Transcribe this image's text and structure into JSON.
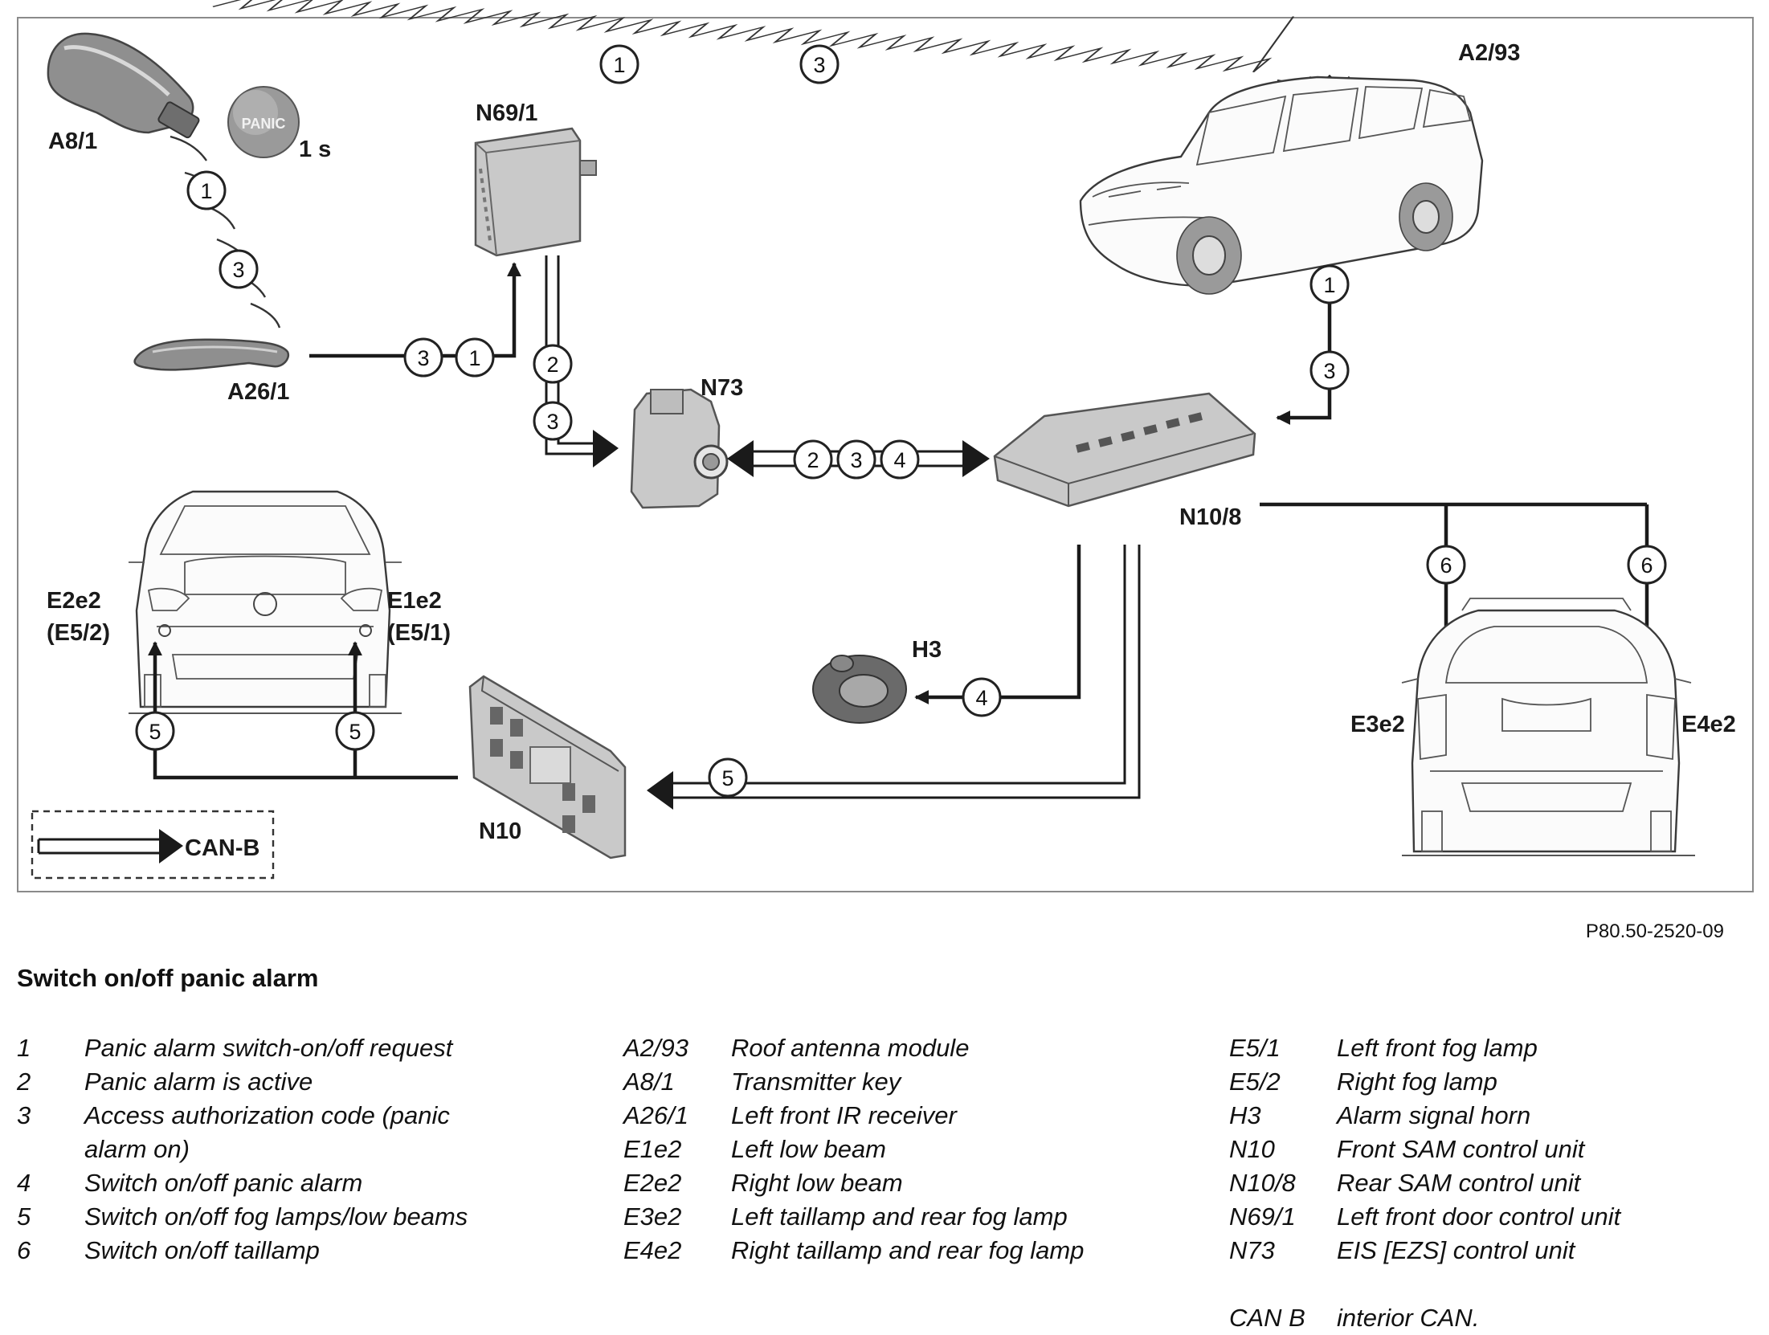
{
  "diagram": {
    "labels": {
      "A8_1": "A8/1",
      "panic_button": "PANIC",
      "panic_time": "1 s",
      "N69_1": "N69/1",
      "A2_93": "A2/93",
      "A26_1": "A26/1",
      "N73": "N73",
      "N10_8": "N10/8",
      "H3": "H3",
      "N10": "N10",
      "E2e2": "E2e2",
      "E5_2": "(E5/2)",
      "E1e2": "E1e2",
      "E5_1": "(E5/1)",
      "E3e2": "E3e2",
      "E4e2": "E4e2",
      "can_b": "CAN-B"
    },
    "markers": [
      "1",
      "3",
      "1",
      "3",
      "3",
      "1",
      "2",
      "3",
      "2",
      "3",
      "4",
      "1",
      "3",
      "6",
      "6",
      "4",
      "5",
      "5",
      "5"
    ]
  },
  "figure_code": "P80.50-2520-09",
  "legend": {
    "title": "Switch on/off panic alarm",
    "col1": [
      {
        "key": "1",
        "val": "Panic alarm switch-on/off request"
      },
      {
        "key": "2",
        "val": "Panic alarm is active"
      },
      {
        "key": "3",
        "val": "Access authorization code (panic alarm on)"
      },
      {
        "key": "4",
        "val": "Switch on/off panic alarm"
      },
      {
        "key": "5",
        "val": "Switch on/off fog lamps/low beams"
      },
      {
        "key": "6",
        "val": "Switch on/off taillamp"
      }
    ],
    "col2": [
      {
        "key": "A2/93",
        "val": "Roof antenna module"
      },
      {
        "key": "A8/1",
        "val": "Transmitter key"
      },
      {
        "key": "A26/1",
        "val": "Left front IR receiver"
      },
      {
        "key": "E1e2",
        "val": "Left low beam"
      },
      {
        "key": "E2e2",
        "val": "Right low beam"
      },
      {
        "key": "E3e2",
        "val": "Left taillamp and rear fog lamp"
      },
      {
        "key": "E4e2",
        "val": "Right taillamp and rear fog lamp"
      }
    ],
    "col3": [
      {
        "key": "E5/1",
        "val": "Left front fog lamp"
      },
      {
        "key": "E5/2",
        "val": "Right fog lamp"
      },
      {
        "key": "H3",
        "val": "Alarm signal horn"
      },
      {
        "key": "N10",
        "val": "Front SAM control unit"
      },
      {
        "key": "N10/8",
        "val": "Rear SAM control unit"
      },
      {
        "key": "N69/1",
        "val": "Left front door control unit"
      },
      {
        "key": "N73",
        "val": "EIS [EZS] control unit"
      }
    ],
    "col3_extra": {
      "key": "CAN B",
      "val": "interior CAN."
    }
  }
}
